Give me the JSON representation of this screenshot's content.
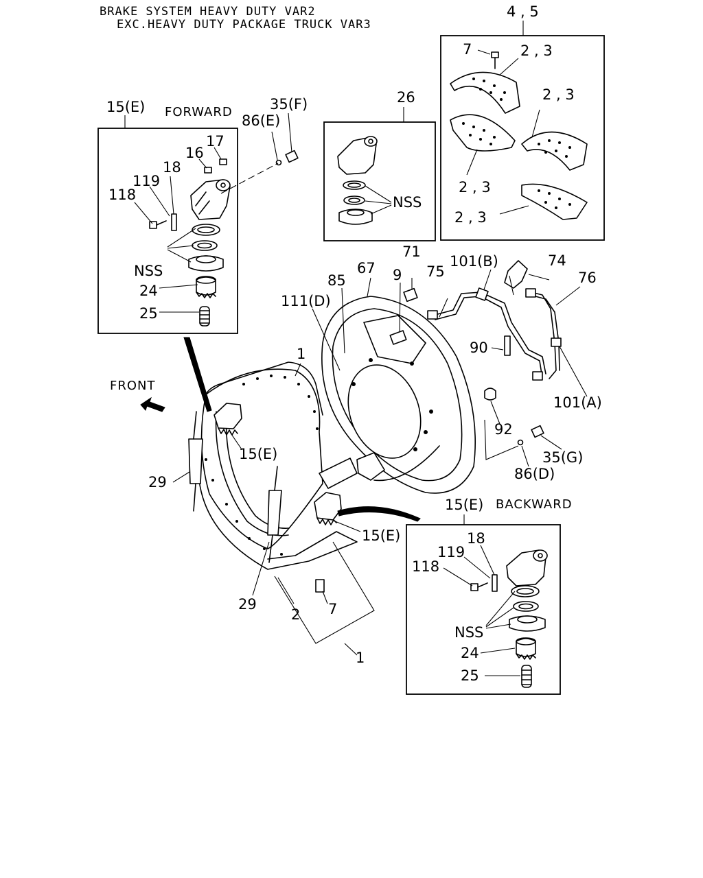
{
  "title": {
    "line1": "BRAKE SYSTEM HEAVY DUTY VAR2",
    "line2": "EXC.HEAVY DUTY PACKAGE TRUCK VAR3"
  },
  "inset_forward": {
    "ref": "15(E)",
    "caption": "FORWARD",
    "labels": {
      "p16": "16",
      "p17": "17",
      "p18": "18",
      "p119": "119",
      "p118": "118",
      "nss": "NSS",
      "p24": "24",
      "p25": "25"
    }
  },
  "inset_26": {
    "ref": "26",
    "nss": "NSS"
  },
  "inset_shoes": {
    "ref": "4 , 5",
    "labels": {
      "p7": "7",
      "a": "2 , 3",
      "b": "2 , 3",
      "c": "2 , 3",
      "d": "2 , 3"
    }
  },
  "inset_backward": {
    "ref": "15(E)",
    "caption": "BACKWARD",
    "labels": {
      "p18": "18",
      "p119": "119",
      "p118": "118",
      "nss": "NSS",
      "p24": "24",
      "p25": "25"
    }
  },
  "main_labels": {
    "p35f": "35(F)",
    "p86e": "86(E)",
    "p67": "67",
    "p71": "71",
    "p85": "85",
    "p9": "9",
    "p75": "75",
    "p101b": "101(B)",
    "p74": "74",
    "p76": "76",
    "p111d": "111(D)",
    "p90": "90",
    "p101a": "101(A)",
    "p1top": "1",
    "front": "FRONT",
    "p92": "92",
    "p35g": "35(G)",
    "p86d": "86(D)",
    "p15e_left": "15(E)",
    "p15e_right": "15(E)",
    "p29_left": "29",
    "p29_bottom": "29",
    "p2": "2",
    "p7": "7",
    "p1bottom": "1"
  }
}
